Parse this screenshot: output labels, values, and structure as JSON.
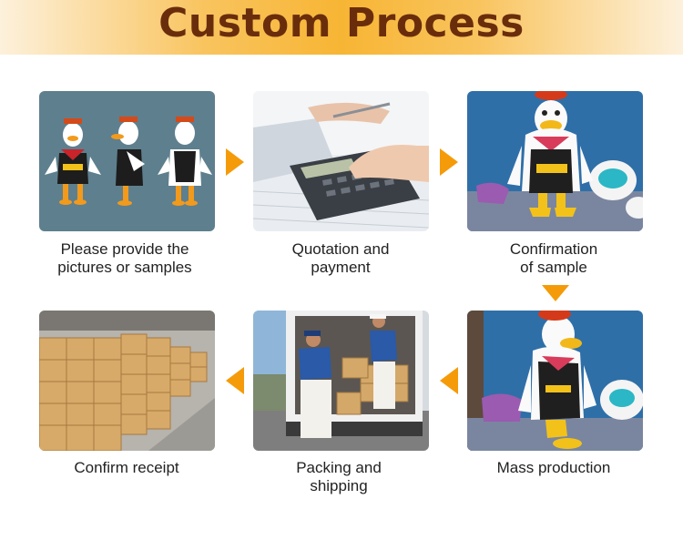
{
  "header": {
    "title": "Custom Process"
  },
  "steps": [
    {
      "label": "Please provide the\npictures or samples",
      "icon": "design-sketch-image"
    },
    {
      "label": "Quotation and\npayment",
      "icon": "calculator-image"
    },
    {
      "label": "Confirmation\nof sample",
      "icon": "sample-plush-image"
    },
    {
      "label": "Mass production",
      "icon": "plush-production-image"
    },
    {
      "label": "Packing and\nshipping",
      "icon": "truck-loading-image"
    },
    {
      "label": "Confirm receipt",
      "icon": "warehouse-boxes-image"
    }
  ],
  "colors": {
    "accent": "#f59b09",
    "title": "#6a2d0c",
    "banner": "#f7b534"
  }
}
